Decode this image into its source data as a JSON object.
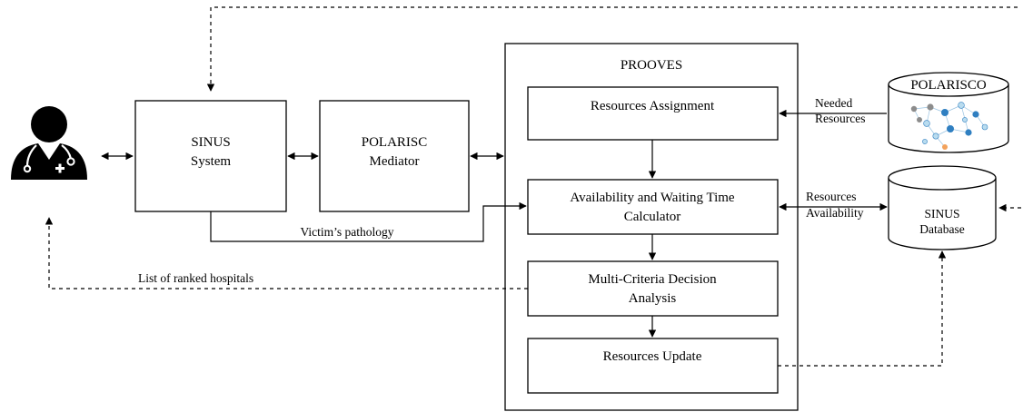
{
  "actors": {
    "doctor": {
      "icon": "doctor-icon"
    }
  },
  "boxes": {
    "sinus_system": {
      "line1": "SINUS",
      "line2": "System"
    },
    "polarisc_mediator": {
      "line1": "POLARISC",
      "line2": "Mediator"
    },
    "prooves": {
      "title": "PROOVES"
    },
    "resources_assignment": {
      "label": "Resources Assignment"
    },
    "availability_calculator": {
      "line1": "Availability and Waiting Time",
      "line2": "Calculator"
    },
    "mcda": {
      "line1": "Multi-Criteria Decision",
      "line2": "Analysis"
    },
    "resources_update": {
      "label": "Resources Update"
    }
  },
  "databases": {
    "polarisco": {
      "label": "POLARISCO",
      "icon": "ontology-graph-icon"
    },
    "sinus_database": {
      "line1": "SINUS",
      "line2": "Database"
    }
  },
  "edge_labels": {
    "victims_pathology": "Victim’s pathology",
    "list_of_ranked_hospitals": "List of ranked hospitals",
    "needed_resources_1": "Needed",
    "needed_resources_2": "Resources",
    "resources_availability_1": "Resources",
    "resources_availability_2": "Availability"
  },
  "colors": {
    "stroke": "#000000",
    "background": "#ffffff",
    "graph_node_blue": "#2f7fc1",
    "graph_node_gray": "#8c8c8c",
    "graph_node_light": "#b9dcef",
    "graph_node_orange": "#f2a25c"
  }
}
